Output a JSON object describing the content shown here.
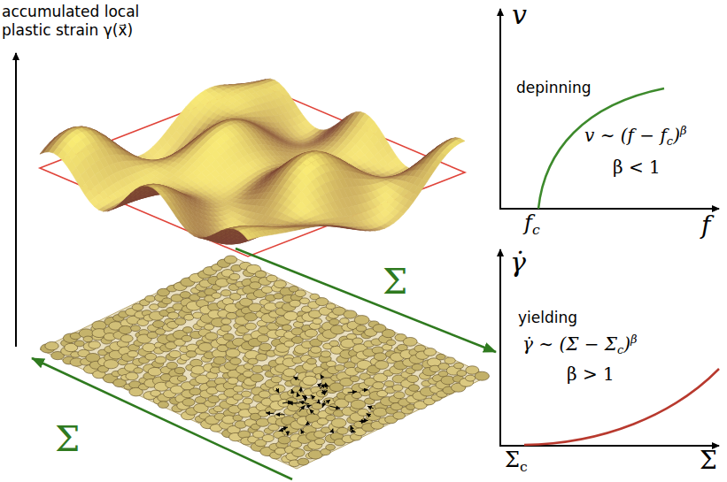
{
  "diagram": {
    "labels": [
      "accumulated local plastic strain γ(x⃗)",
      "Σ",
      "Σ",
      "v",
      "depinning",
      "v ∼ (f − f",
      "c",
      ")",
      "β",
      "β < 1",
      "f",
      "c",
      "f",
      "γ̇",
      "yielding",
      "γ̇ ∼ (Σ − Σ",
      "c",
      ")",
      "β",
      "β > 1",
      "Σ",
      "c",
      "Σ"
    ]
  }
}
